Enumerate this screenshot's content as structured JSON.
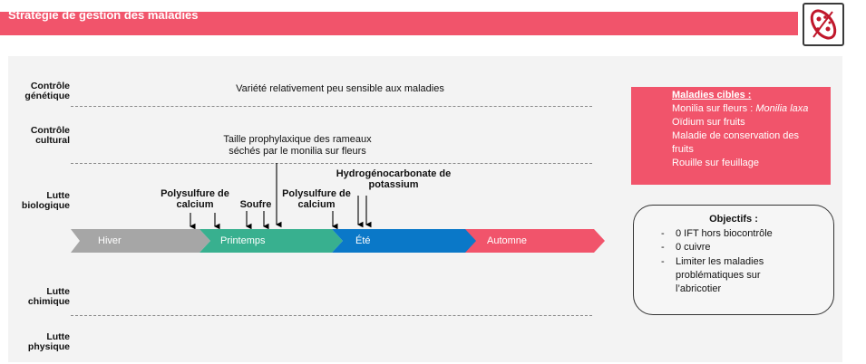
{
  "header": {
    "title": "Stratégie de gestion des maladies",
    "logo_icon": "disease-leaf-icon"
  },
  "rows": [
    {
      "label": "Contrôle génétique"
    },
    {
      "label": "Contrôle cultural"
    },
    {
      "label": "Lutte biologique"
    },
    {
      "label": "Lutte chimique"
    },
    {
      "label": "Lutte physique"
    }
  ],
  "genetic": {
    "text": "Variété relativement peu sensible aux maladies"
  },
  "cultural": {
    "text": "Taille prophylaxique des rameaux séchés par le monilia sur fleurs"
  },
  "biological": {
    "polysulfure_1": "Polysulfure de calcium",
    "soufre": "Soufre",
    "polysulfure_2": "Polysulfure de calcium",
    "hydrogeno": "Hydrogénocarbonate de potassium"
  },
  "seasons": [
    {
      "label": "Hiver",
      "color": "#a6a6a6"
    },
    {
      "label": "Printemps",
      "color": "#38b08f"
    },
    {
      "label": "Été",
      "color": "#0a78c8"
    },
    {
      "label": "Automne",
      "color": "#f1546b"
    }
  ],
  "targets": {
    "title": "Maladies cibles :",
    "line1_prefix": "Monilia sur fleurs : ",
    "line1_italic": "Monilia laxa",
    "line2": "Oïdium sur fruits",
    "line3": "Maladie de conservation des fruits",
    "line4": "Rouille sur feuillage"
  },
  "objectives": {
    "title": "Objectifs :",
    "items": [
      "0 IFT hors biocontrôle",
      "0 cuivre",
      "Limiter les maladies problématiques sur l’abricotier"
    ],
    "bullet": "-"
  },
  "colors": {
    "accent": "#f1546b"
  }
}
